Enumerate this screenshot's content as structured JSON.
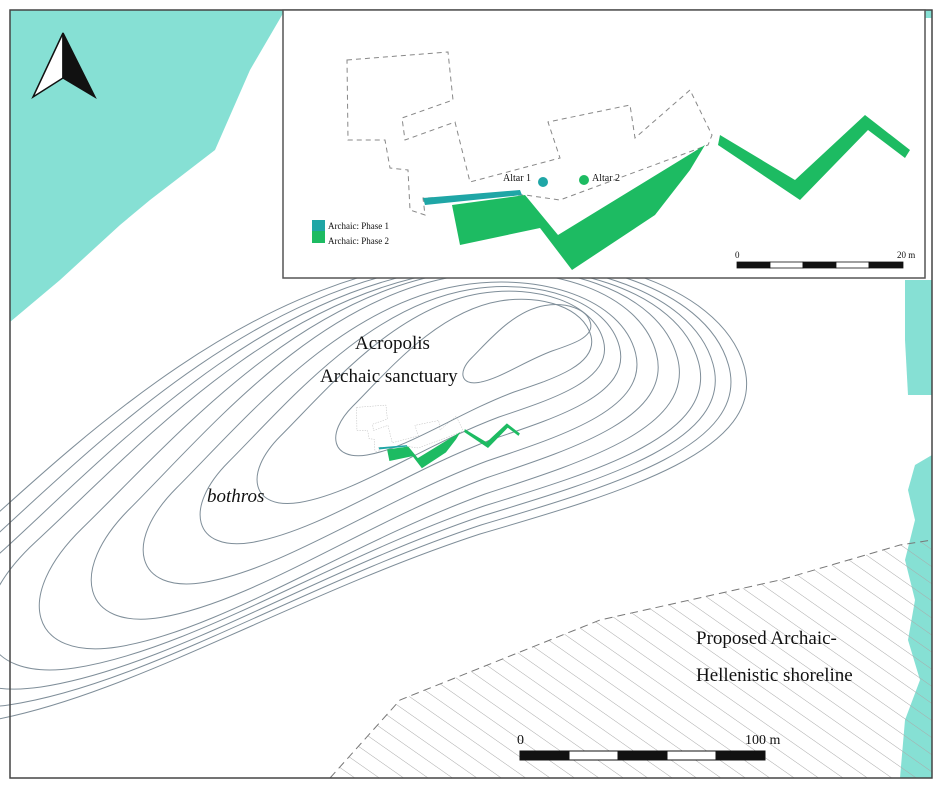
{
  "colors": {
    "sea": "#86e0d4",
    "phase1": "#1fa6a6",
    "phase2": "#1dbb62",
    "contour": "#7f8e99"
  },
  "map": {
    "north_arrow_icon": "north-arrow-icon",
    "labels": {
      "acropolis": "Acropolis",
      "sanctuary": "Archaic sanctuary",
      "bothros": "bothros",
      "shoreline_line1": "Proposed Archaic-",
      "shoreline_line2": "Hellenistic shoreline"
    },
    "scale_bar": {
      "start": "0",
      "end": "100 m"
    }
  },
  "inset": {
    "altar1": "Altar 1",
    "altar2": "Altar 2",
    "legend": [
      {
        "label": "Archaic: Phase 1",
        "color": "#1fa6a6"
      },
      {
        "label": "Archaic: Phase 2",
        "color": "#1dbb62"
      }
    ],
    "scale_bar": {
      "start": "0",
      "end": "20 m"
    }
  }
}
